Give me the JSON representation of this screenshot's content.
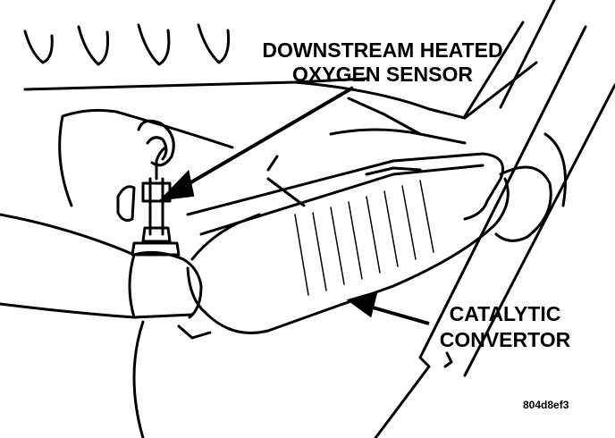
{
  "labels": {
    "sensor_line1": "DOWNSTREAM HEATED",
    "sensor_line2": "OXYGEN SENSOR",
    "converter_line1": "CATALYTIC",
    "converter_line2": "CONVERTOR"
  },
  "figure_id": "804d8ef3"
}
